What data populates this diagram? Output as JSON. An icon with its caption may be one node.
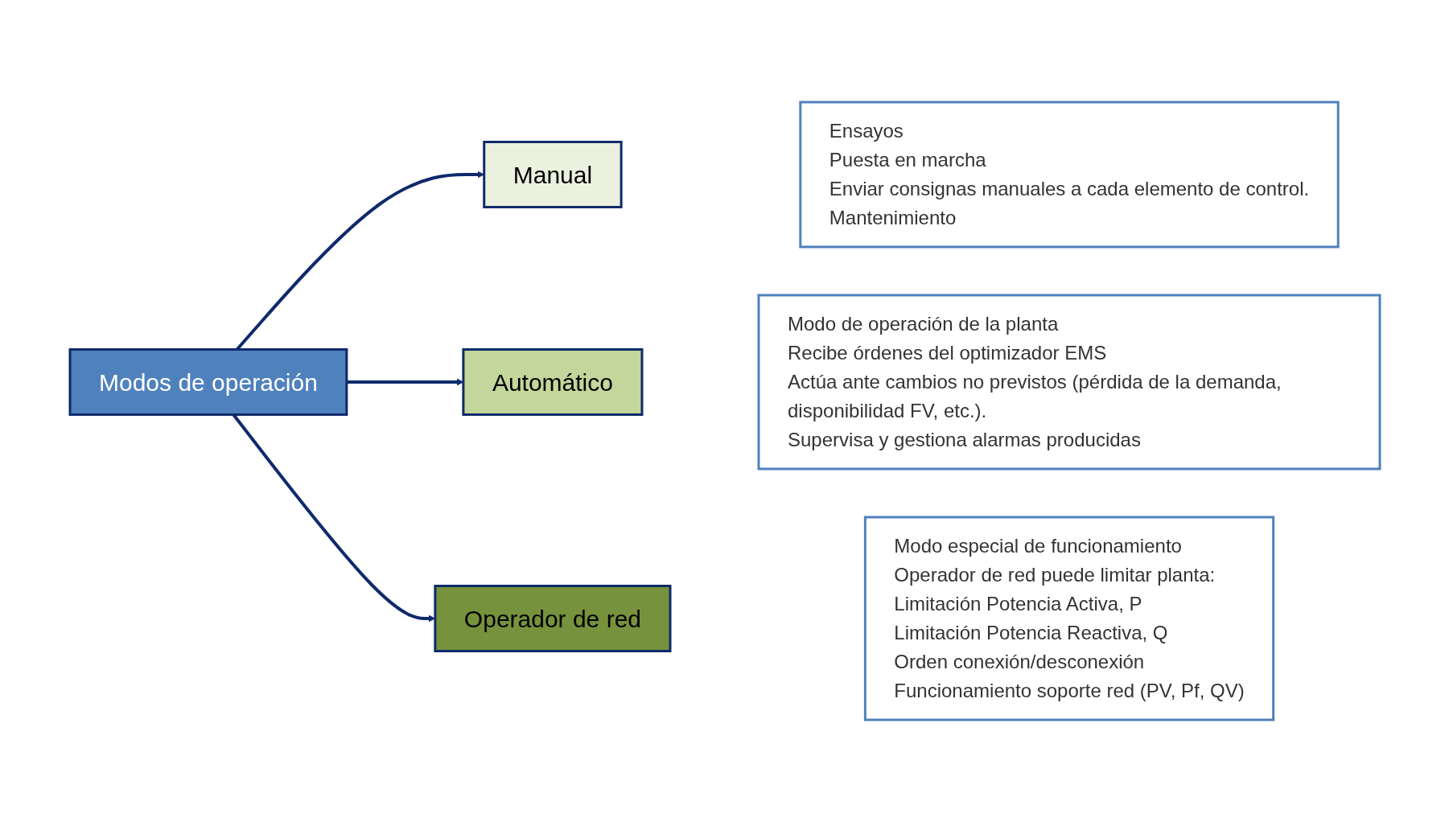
{
  "diagram": {
    "nodes": [
      {
        "text": [
          "Modos de operación"
        ]
      },
      {
        "text": [
          "Manual"
        ],
        "beside": [
          "Ensayos",
          "Puesta en marcha",
          "Enviar consignas manuales a cada elemento de control.",
          "Mantenimiento"
        ]
      },
      {
        "text": [
          "Automático"
        ],
        "beside": [
          "Modo de operación de la planta",
          "Recibe órdenes del optimizador EMS",
          "Actúa ante cambios no previstos (pérdida de la demanda, disponibilidad FV, etc.).",
          "Supervisa y gestiona alarmas producidas"
        ]
      },
      {
        "text": [
          "Operador de red"
        ],
        "beside": [
          "Modo especial de funcionamiento",
          "Operador de red puede limitar planta:",
          "Limitación Potencia Activa, P",
          "Limitación Potencia Reactiva, Q",
          "Orden conexión/desconexión",
          "Funcionamiento soporte red (PV, Pf, QV)"
        ]
      }
    ],
    "edges": [
      {
        "from": 0,
        "to": 1,
        "arrow": "to"
      },
      {
        "from": 0,
        "to": 2,
        "arrow": "to"
      },
      {
        "from": 0,
        "to": 3,
        "arrow": "to"
      }
    ]
  }
}
